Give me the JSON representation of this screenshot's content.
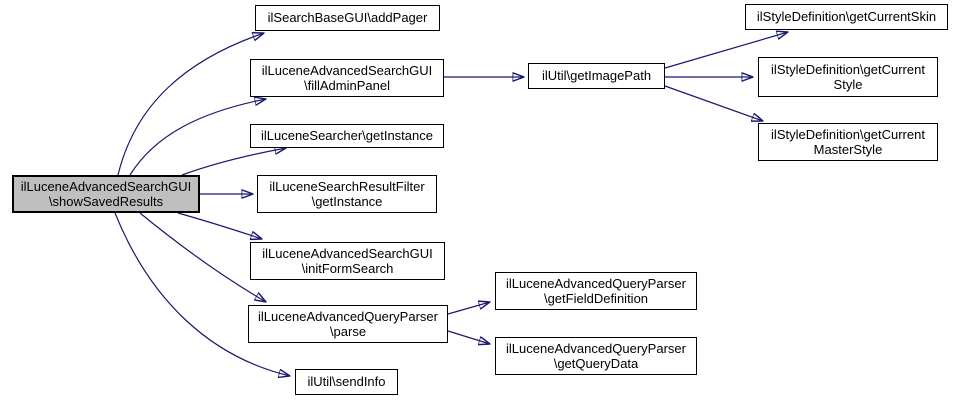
{
  "diagram": {
    "type": "call-graph",
    "edge_color": "#191970",
    "node_fill": "#ffffff",
    "highlight_fill": "#bfbfbf",
    "border_color": "#000000"
  },
  "nodes": {
    "main": {
      "label": "ilLuceneAdvancedSearchGUI\n\\showSavedResults"
    },
    "addPager": {
      "label": "ilSearchBaseGUI\\addPager"
    },
    "fillAdminPanel": {
      "label": "ilLuceneAdvancedSearchGUI\n\\fillAdminPanel"
    },
    "searcherGetInstance": {
      "label": "ilLuceneSearcher\\getInstance"
    },
    "resultFilterGetInstance": {
      "label": "ilLuceneSearchResultFilter\n\\getInstance"
    },
    "initFormSearch": {
      "label": "ilLuceneAdvancedSearchGUI\n\\initFormSearch"
    },
    "parse": {
      "label": "ilLuceneAdvancedQueryParser\n\\parse"
    },
    "sendInfo": {
      "label": "ilUtil\\sendInfo"
    },
    "getImagePath": {
      "label": "ilUtil\\getImagePath"
    },
    "getCurrentSkin": {
      "label": "ilStyleDefinition\\getCurrentSkin"
    },
    "getCurrentStyle": {
      "label": "ilStyleDefinition\\getCurrent\nStyle"
    },
    "getCurrentMasterStyle": {
      "label": "ilStyleDefinition\\getCurrent\nMasterStyle"
    },
    "getFieldDefinition": {
      "label": "ilLuceneAdvancedQueryParser\n\\getFieldDefinition"
    },
    "getQueryData": {
      "label": "ilLuceneAdvancedQueryParser\n\\getQueryData"
    }
  },
  "edges": [
    {
      "from": "ilLuceneAdvancedSearchGUI\\showSavedResults",
      "to": "ilSearchBaseGUI\\addPager"
    },
    {
      "from": "ilLuceneAdvancedSearchGUI\\showSavedResults",
      "to": "ilLuceneAdvancedSearchGUI\\fillAdminPanel"
    },
    {
      "from": "ilLuceneAdvancedSearchGUI\\showSavedResults",
      "to": "ilLuceneSearcher\\getInstance"
    },
    {
      "from": "ilLuceneAdvancedSearchGUI\\showSavedResults",
      "to": "ilLuceneSearchResultFilter\\getInstance"
    },
    {
      "from": "ilLuceneAdvancedSearchGUI\\showSavedResults",
      "to": "ilLuceneAdvancedSearchGUI\\initFormSearch"
    },
    {
      "from": "ilLuceneAdvancedSearchGUI\\showSavedResults",
      "to": "ilLuceneAdvancedQueryParser\\parse"
    },
    {
      "from": "ilLuceneAdvancedSearchGUI\\showSavedResults",
      "to": "ilUtil\\sendInfo"
    },
    {
      "from": "ilLuceneAdvancedSearchGUI\\fillAdminPanel",
      "to": "ilUtil\\getImagePath"
    },
    {
      "from": "ilUtil\\getImagePath",
      "to": "ilStyleDefinition\\getCurrentSkin"
    },
    {
      "from": "ilUtil\\getImagePath",
      "to": "ilStyleDefinition\\getCurrentStyle"
    },
    {
      "from": "ilUtil\\getImagePath",
      "to": "ilStyleDefinition\\getCurrentMasterStyle"
    },
    {
      "from": "ilLuceneAdvancedQueryParser\\parse",
      "to": "ilLuceneAdvancedQueryParser\\getFieldDefinition"
    },
    {
      "from": "ilLuceneAdvancedQueryParser\\parse",
      "to": "ilLuceneAdvancedQueryParser\\getQueryData"
    }
  ]
}
